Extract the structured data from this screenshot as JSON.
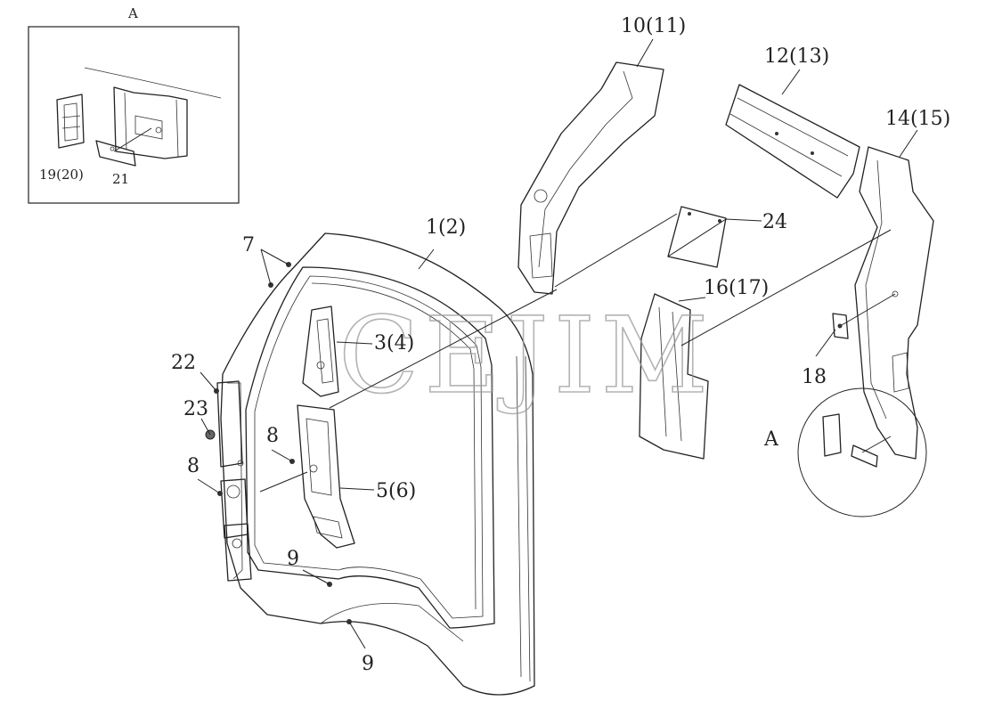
{
  "diagram": {
    "watermark": "CEJIM",
    "detail_view": {
      "title": "A",
      "labels": {
        "clip": "19(20)",
        "plate": "21"
      }
    },
    "detail_circle_label": "A",
    "callouts": {
      "main_panel": "1(2)",
      "inner_upper": "3(4)",
      "inner_mid": "5(6)",
      "bolt_top": "7",
      "bolt_left": "8",
      "bolt_mid": "8",
      "bolt_bottom_upper": "9",
      "bolt_bottom_lower": "9",
      "pillar_a": "10(11)",
      "roof_rail": "12(13)",
      "pillar_b": "14(15)",
      "lower_bracket": "16(17)",
      "small_pad": "18",
      "nut_22": "22",
      "nut_23": "23",
      "gusset": "24"
    }
  }
}
